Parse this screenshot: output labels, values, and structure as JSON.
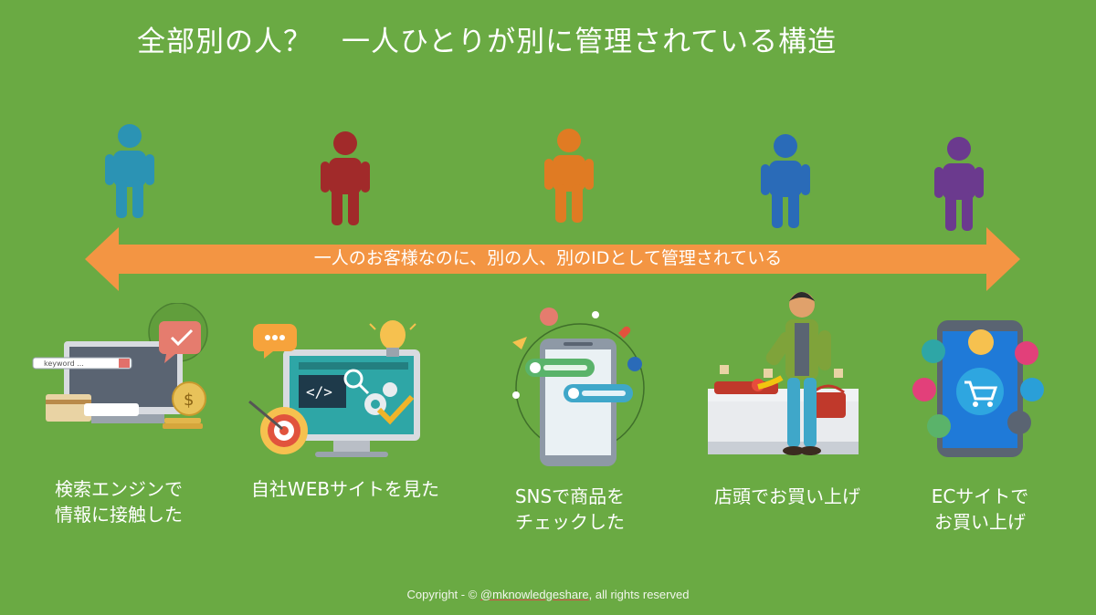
{
  "slide": {
    "title": "全部別の人？　一人ひとりが別に管理されている構造",
    "arrow_label": "一人のお客様なのに、別の人、別のIDとして管理されている",
    "colors": {
      "background": "#6aaa43",
      "arrow": "#f39543",
      "text": "#ffffff"
    },
    "people": [
      {
        "color": "#2b93b4"
      },
      {
        "color": "#a12a2a"
      },
      {
        "color": "#e07b23"
      },
      {
        "color": "#2a6bb8"
      },
      {
        "color": "#6b3a8e"
      }
    ],
    "touchpoints": [
      {
        "caption": "検索エンジンで\n情報に接触した",
        "search_placeholder": "keyword ...",
        "icon": "search-engine-illustration"
      },
      {
        "caption": "自社WEBサイトを見た",
        "icon": "website-illustration"
      },
      {
        "caption": "SNSで商品を\nチェックした",
        "icon": "sns-smartphone-illustration"
      },
      {
        "caption": "店頭でお買い上げ",
        "icon": "store-shopper-illustration"
      },
      {
        "caption": "ECサイトで\nお買い上げ",
        "icon": "ec-smartphone-illustration"
      }
    ],
    "copyright": {
      "prefix": "Copyright - © ",
      "handle": "@mknowledgeshare",
      "suffix": ", all rights reserved"
    }
  }
}
